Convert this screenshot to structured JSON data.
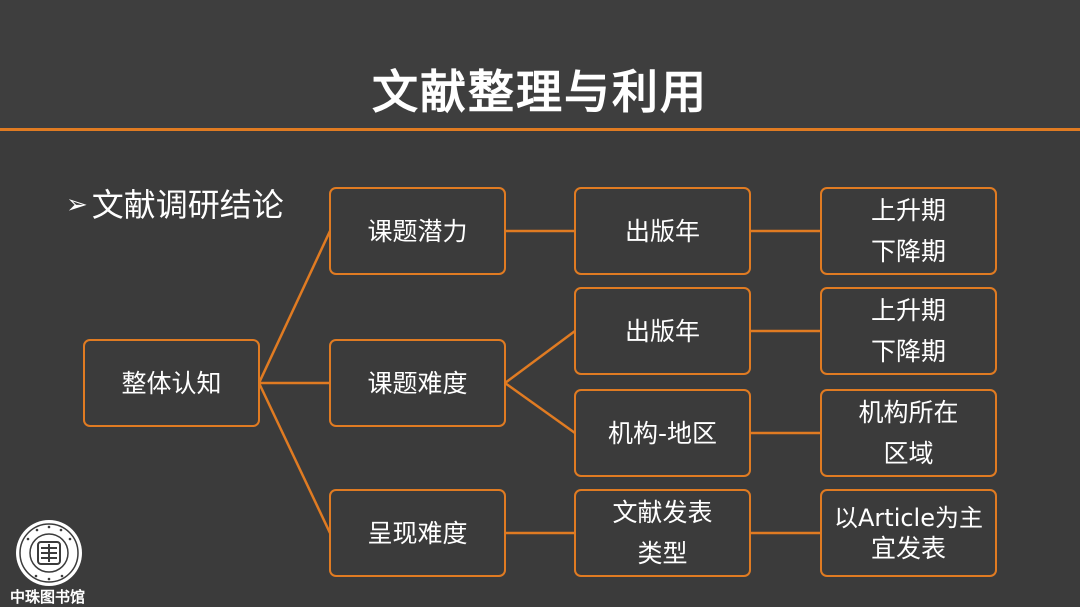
{
  "slide": {
    "title": "文献整理与利用",
    "bullet_marker": "➢",
    "bullet_text": "文献调研结论"
  },
  "diagram": {
    "root": "整体认知",
    "branches": [
      {
        "label": "课题潜力",
        "children": [
          {
            "label": "出版年",
            "result_lines": [
              "上升期",
              "下降期"
            ]
          }
        ]
      },
      {
        "label": "课题难度",
        "children": [
          {
            "label": "出版年",
            "result_lines": [
              "上升期",
              "下降期"
            ]
          },
          {
            "label": "机构-地区",
            "result_lines": [
              "机构所在",
              "区域"
            ]
          }
        ]
      },
      {
        "label": "呈现难度",
        "children": [
          {
            "label_lines": [
              "文献发表",
              "类型"
            ],
            "result_lines": [
              "以Article为主",
              "宜发表"
            ]
          }
        ]
      }
    ]
  },
  "footer": {
    "logo_name": "library-seal-logo",
    "library_name": "中珠图书馆"
  },
  "colors": {
    "background": "#3b3b3b",
    "accent": "#e07b22",
    "text": "#ffffff"
  }
}
